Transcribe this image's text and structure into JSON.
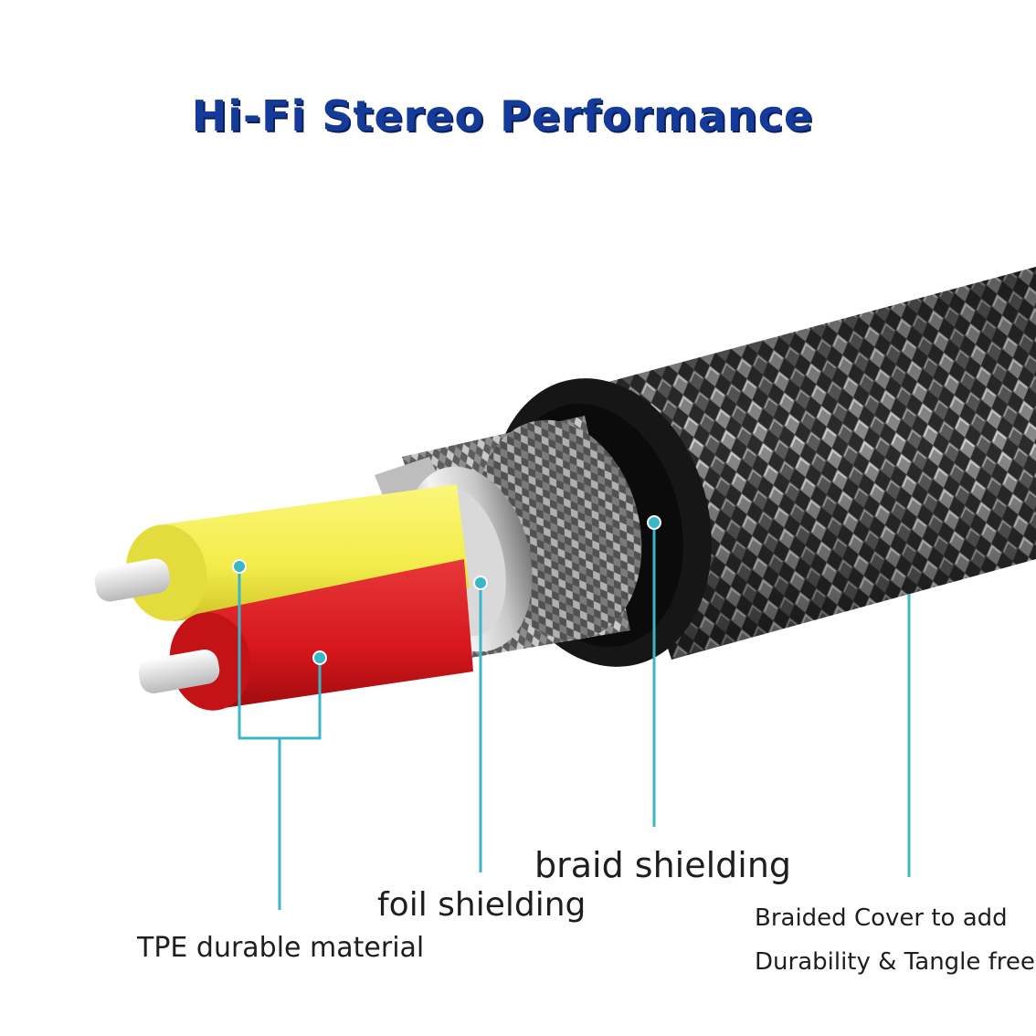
{
  "title": "Hi-Fi Stereo Performance",
  "labels": {
    "braid_shielding": "braid shielding",
    "foil_shielding": "foil shielding",
    "tpe": "TPE durable material",
    "cover_line1": "Braided Cover to add",
    "cover_line2": "Durability & Tangle free"
  },
  "colors": {
    "title": "#143a9a",
    "leader": "#3bb6c9",
    "yellow_core": "#f3ec4a",
    "red_core": "#d5171b",
    "jacket": "#1a1a1a"
  }
}
